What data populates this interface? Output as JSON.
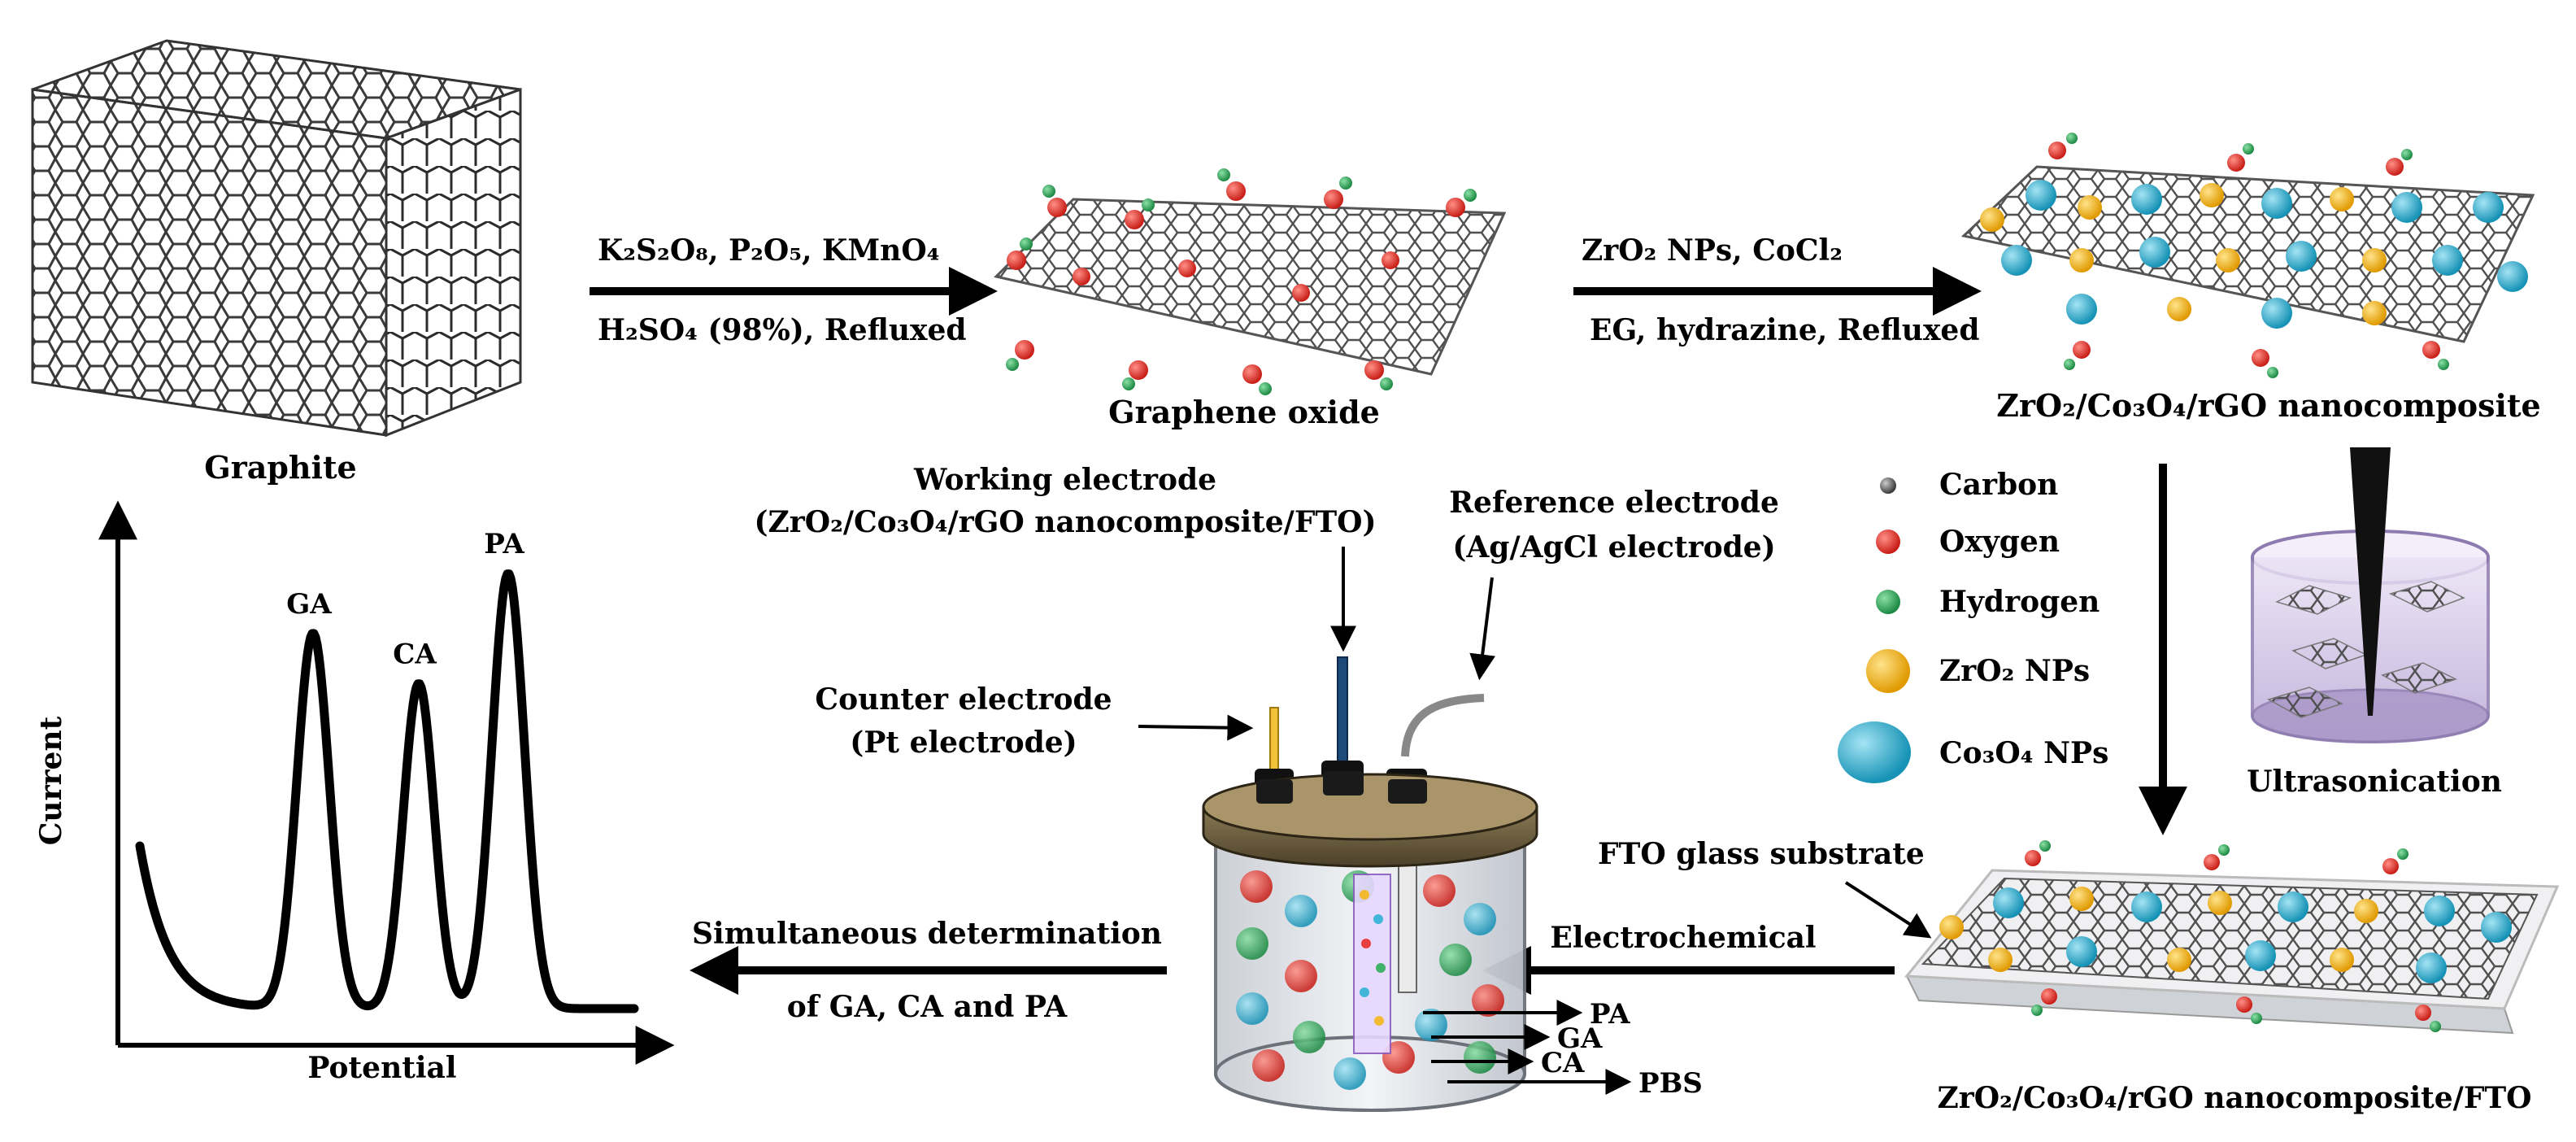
{
  "labels": {
    "graphite": "Graphite",
    "graphene_oxide": "Graphene oxide",
    "composite": "ZrO₂/Co₃O₄/rGO nanocomposite",
    "composite_fto": "ZrO₂/Co₃O₄/rGO nanocomposite/FTO",
    "ultrasonication": "Ultrasonication",
    "fto_glass": "FTO glass substrate",
    "electrochemical": "Electrochemical",
    "simultaneous_1": "Simultaneous determination",
    "simultaneous_2": "of GA, CA and PA"
  },
  "arrows": {
    "step1_top": "K₂S₂O₈, P₂O₅, KMnO₄",
    "step1_bottom": "H₂SO₄ (98%), Refluxed",
    "step2_top": "ZrO₂ NPs, CoCl₂",
    "step2_bottom": "EG, hydrazine, Refluxed"
  },
  "legend": [
    {
      "label": "Carbon",
      "color": "#555555",
      "size": "small"
    },
    {
      "label": "Oxygen",
      "color": "#e8302a",
      "size": "small"
    },
    {
      "label": "Hydrogen",
      "color": "#2fae5a",
      "size": "small"
    },
    {
      "label": "ZrO₂ NPs",
      "color": "#f4b81c",
      "size": "medium"
    },
    {
      "label": "Co₃O₄ NPs",
      "color": "#2fb3d4",
      "size": "large"
    }
  ],
  "cell": {
    "working_1": "Working  electrode",
    "working_2": "(ZrO₂/Co₃O₄/rGO nanocomposite/FTO)",
    "reference_1": "Reference  electrode",
    "reference_2": "(Ag/AgCl electrode)",
    "counter_1": "Counter electrode",
    "counter_2": "(Pt electrode)",
    "out_pa": "PA",
    "out_ga": "GA",
    "out_ca": "CA",
    "out_pbs": "PBS"
  },
  "voltammogram": {
    "ylabel": "Current",
    "xlabel": "Potential",
    "peaks": [
      {
        "label": "GA",
        "height": 0.75
      },
      {
        "label": "CA",
        "height": 0.65
      },
      {
        "label": "PA",
        "height": 0.87
      }
    ]
  }
}
